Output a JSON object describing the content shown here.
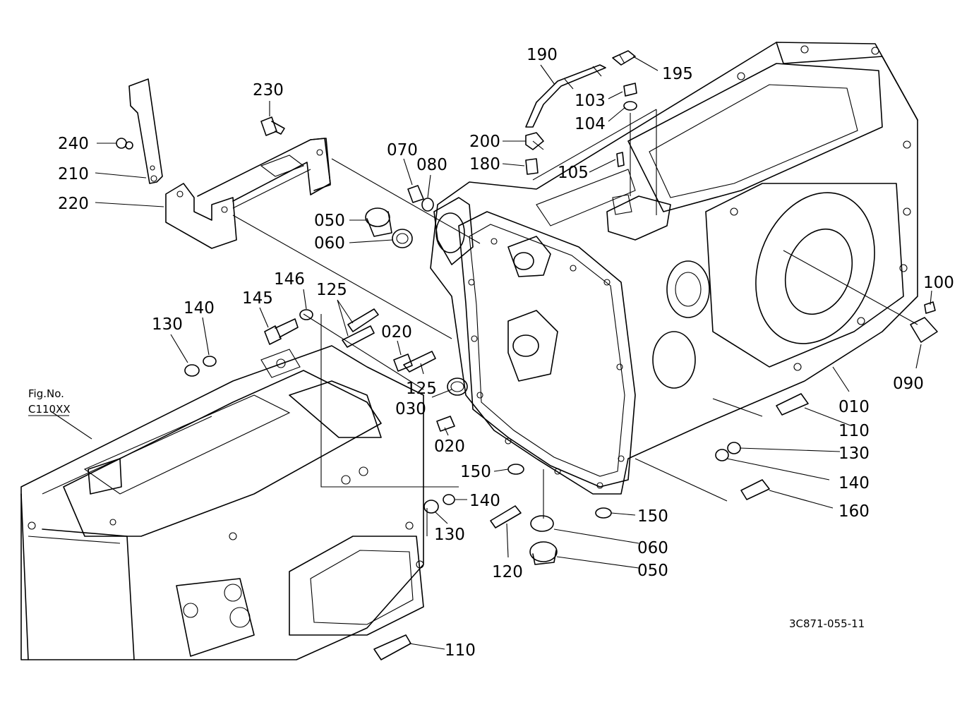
{
  "fig_ref": {
    "line1": "Fig.No.",
    "line2": "C110XX"
  },
  "drawing_number": "3C871-055-11",
  "callouts": [
    {
      "id": "c190",
      "text": "190"
    },
    {
      "id": "c195",
      "text": "195"
    },
    {
      "id": "c103",
      "text": "103"
    },
    {
      "id": "c104",
      "text": "104"
    },
    {
      "id": "c200",
      "text": "200"
    },
    {
      "id": "c180",
      "text": "180"
    },
    {
      "id": "c105",
      "text": "105"
    },
    {
      "id": "c230",
      "text": "230"
    },
    {
      "id": "c240",
      "text": "240"
    },
    {
      "id": "c210",
      "text": "210"
    },
    {
      "id": "c220",
      "text": "220"
    },
    {
      "id": "c070",
      "text": "070"
    },
    {
      "id": "c080",
      "text": "080"
    },
    {
      "id": "c050a",
      "text": "050"
    },
    {
      "id": "c060a",
      "text": "060"
    },
    {
      "id": "c146",
      "text": "146"
    },
    {
      "id": "c145",
      "text": "145"
    },
    {
      "id": "c125a",
      "text": "125"
    },
    {
      "id": "c140a",
      "text": "140"
    },
    {
      "id": "c130a",
      "text": "130"
    },
    {
      "id": "c020a",
      "text": "020"
    },
    {
      "id": "c125b",
      "text": "125"
    },
    {
      "id": "c030",
      "text": "030"
    },
    {
      "id": "c020b",
      "text": "020"
    },
    {
      "id": "c150a",
      "text": "150"
    },
    {
      "id": "c140b",
      "text": "140"
    },
    {
      "id": "c130b",
      "text": "130"
    },
    {
      "id": "c120",
      "text": "120"
    },
    {
      "id": "c150b",
      "text": "150"
    },
    {
      "id": "c060b",
      "text": "060"
    },
    {
      "id": "c050b",
      "text": "050"
    },
    {
      "id": "c100",
      "text": "100"
    },
    {
      "id": "c090",
      "text": "090"
    },
    {
      "id": "c010",
      "text": "010"
    },
    {
      "id": "c110a",
      "text": "110"
    },
    {
      "id": "c130c",
      "text": "130"
    },
    {
      "id": "c140c",
      "text": "140"
    },
    {
      "id": "c160",
      "text": "160"
    },
    {
      "id": "c110b",
      "text": "110"
    }
  ]
}
